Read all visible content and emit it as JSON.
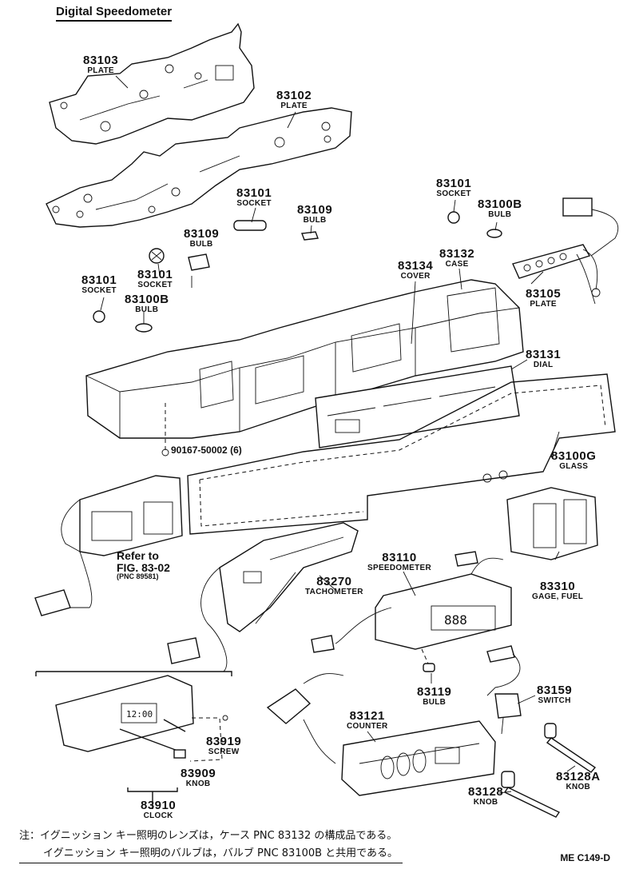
{
  "title": "Digital Speedometer",
  "parts": [
    {
      "id": "p83103",
      "number": "83103",
      "name": "PLATE"
    },
    {
      "id": "p83102",
      "number": "83102",
      "name": "PLATE"
    },
    {
      "id": "p83101a",
      "number": "83101",
      "name": "SOCKET"
    },
    {
      "id": "p83109a",
      "number": "83109",
      "name": "BULB"
    },
    {
      "id": "p83101b",
      "number": "83101",
      "name": "SOCKET"
    },
    {
      "id": "p83100b_a",
      "number": "83100B",
      "name": "BULB"
    },
    {
      "id": "p83109b",
      "number": "83109",
      "name": "BULB"
    },
    {
      "id": "p83101c",
      "number": "83101",
      "name": "SOCKET"
    },
    {
      "id": "p83101d",
      "number": "83101",
      "name": "SOCKET"
    },
    {
      "id": "p83100b_b",
      "number": "83100B",
      "name": "BULB"
    },
    {
      "id": "p83134",
      "number": "83134",
      "name": "COVER"
    },
    {
      "id": "p83132",
      "number": "83132",
      "name": "CASE"
    },
    {
      "id": "p83105",
      "number": "83105",
      "name": "PLATE"
    },
    {
      "id": "p83131",
      "number": "83131",
      "name": "DIAL"
    },
    {
      "id": "p83100g",
      "number": "83100G",
      "name": "GLASS"
    },
    {
      "id": "p83110",
      "number": "83110",
      "name": "SPEEDOMETER"
    },
    {
      "id": "p83270",
      "number": "83270",
      "name": "TACHOMETER"
    },
    {
      "id": "p83310",
      "number": "83310",
      "name": "GAGE, FUEL"
    },
    {
      "id": "p83119",
      "number": "83119",
      "name": "BULB"
    },
    {
      "id": "p83159",
      "number": "83159",
      "name": "SWITCH"
    },
    {
      "id": "p83121",
      "number": "83121",
      "name": "COUNTER"
    },
    {
      "id": "p83919",
      "number": "83919",
      "name": "SCREW"
    },
    {
      "id": "p83909",
      "number": "83909",
      "name": "KNOB"
    },
    {
      "id": "p83910",
      "number": "83910",
      "name": "CLOCK"
    },
    {
      "id": "p83128a",
      "number": "83128A",
      "name": "KNOB"
    },
    {
      "id": "p83128",
      "number": "83128",
      "name": "KNOB"
    }
  ],
  "bolt_label": "90167-50002 (6)",
  "reference": {
    "line1": "Refer to",
    "line2": "FIG. 83-02",
    "line3": "(PNC 89581)"
  },
  "clock_face": "12:00",
  "note": {
    "line1": "注：イグニッション キー照明のレンズは，ケース PNC 83132 の構成品である。",
    "line2": "イグニッション キー照明のバルブは，バルブ PNC 83100B と共用である。"
  },
  "drawing_code": "ME C149-D"
}
